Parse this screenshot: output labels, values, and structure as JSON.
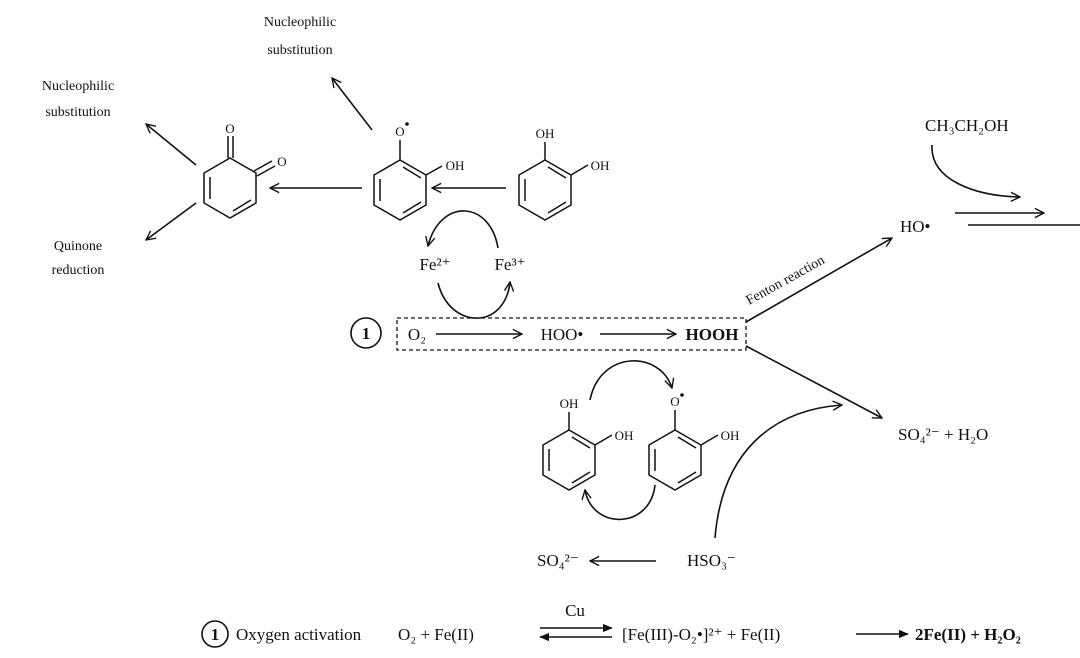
{
  "colors": {
    "ink": "#111111",
    "background": "#ffffff"
  },
  "labels": {
    "nucleo_top": [
      "Nucleophilic",
      "substitution"
    ],
    "nucleo_left": [
      "Nucleophilic",
      "substitution"
    ],
    "quinone": [
      "Quinone",
      "reduction"
    ],
    "ethanol": "CH₃CH₂OH",
    "hydroxyl": "HO•",
    "fenton": "Fenton reaction",
    "fe2": "Fe²⁺",
    "fe3": "Fe³⁺",
    "step_num": "1",
    "o2": "O₂",
    "hoo": "HOO•",
    "hooh": "HOOH",
    "sulfate_water": "SO₄²⁻  + H₂O",
    "sulfate": "SO₄²⁻",
    "bisulfite": "HSO₃⁻",
    "oh": "OH",
    "o_rad": "O",
    "o": "O"
  },
  "equation": {
    "num": "1",
    "name": "Oxygen activation",
    "reactants": "O₂ + Fe(II)",
    "catalyst": "Cu",
    "intermediate": "[Fe(III)-O₂•]²⁺  +  Fe(II)",
    "products": "2Fe(II) + H₂O₂"
  }
}
